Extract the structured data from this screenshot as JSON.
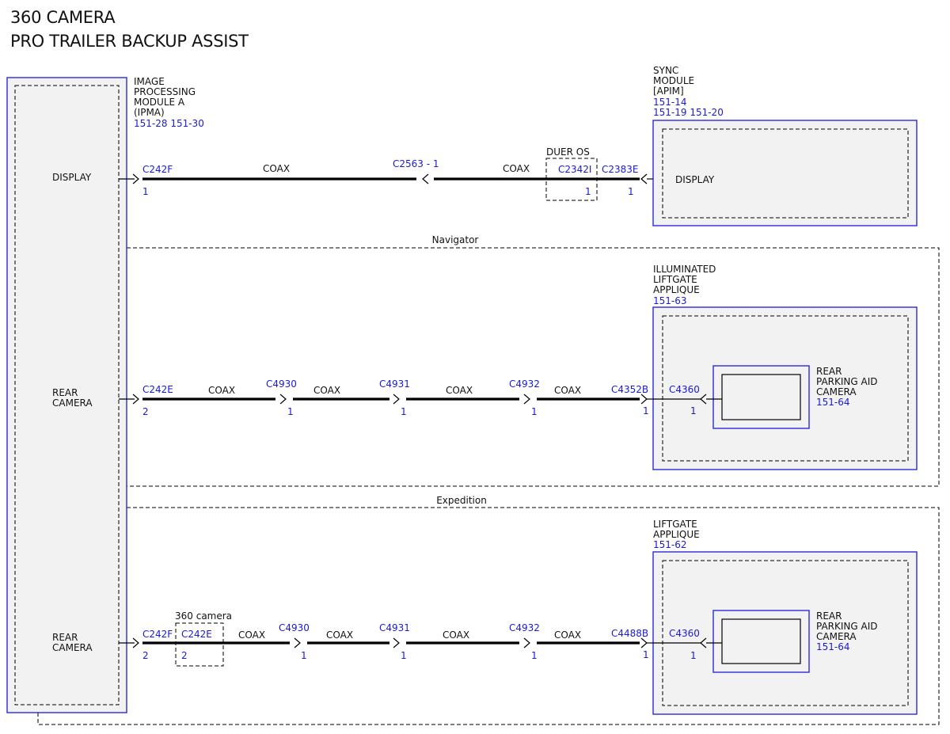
{
  "title_line1": "360 CAMERA",
  "title_line2": "PRO TRAILER BACKUP ASSIST",
  "ipma": {
    "name_lines": [
      "IMAGE",
      "PROCESSING",
      "MODULE A",
      "(IPMA)"
    ],
    "refs": "151-28  151-30",
    "display_label": "DISPLAY",
    "rear_camera_lines": [
      "REAR",
      "CAMERA"
    ]
  },
  "sync": {
    "name_lines": [
      "SYNC",
      "MODULE",
      "[APIM]"
    ],
    "ref1": "151-14",
    "ref2": "151-19  151-20",
    "display_label": "DISPLAY"
  },
  "display_circuit": {
    "c1": "C242F",
    "c1_pin": "1",
    "coax1": "COAX",
    "c2": "C2563  - 1",
    "coax2": "COAX",
    "duer_label": "DUER OS",
    "c3": "C2342I",
    "c3_pin": "1",
    "c4": "C2383E",
    "c4_pin": "1"
  },
  "navigator": {
    "section_label": "Navigator",
    "applique_lines": [
      "ILLUMINATED",
      "LIFTGATE",
      "APPLIQUE"
    ],
    "applique_ref": "151-63",
    "c1": "C242E",
    "c1_pin": "2",
    "coax_labels": [
      "COAX",
      "COAX",
      "COAX",
      "COAX"
    ],
    "c2": "C4930",
    "c2_pin": "1",
    "c3": "C4931",
    "c3_pin": "1",
    "c4": "C4932",
    "c4_pin": "1",
    "c5": "C4352B",
    "c5_pin": "1",
    "c6": "C4360",
    "c6_pin": "1",
    "camera_lines": [
      "REAR",
      "PARKING AID",
      "CAMERA"
    ],
    "camera_ref": "151-64"
  },
  "expedition": {
    "section_label": "Expedition",
    "applique_lines": [
      "LIFTGATE",
      "APPLIQUE"
    ],
    "applique_ref": "151-62",
    "c1": "C242F",
    "c1_pin": "2",
    "cam360_label": "360 camera",
    "c1b": "C242E",
    "c1b_pin": "2",
    "coax_labels": [
      "COAX",
      "COAX",
      "COAX",
      "COAX"
    ],
    "c2": "C4930",
    "c2_pin": "1",
    "c3": "C4931",
    "c3_pin": "1",
    "c4": "C4932",
    "c4_pin": "1",
    "c5": "C4488B",
    "c5_pin": "1",
    "c6": "C4360",
    "c6_pin": "1",
    "camera_lines": [
      "REAR",
      "PARKING AID",
      "CAMERA"
    ],
    "camera_ref": "151-64"
  },
  "colors": {
    "module_border": "#2a2ad8",
    "connector_text": "#1a1ad6",
    "module_fill": "#f2f2f2"
  }
}
